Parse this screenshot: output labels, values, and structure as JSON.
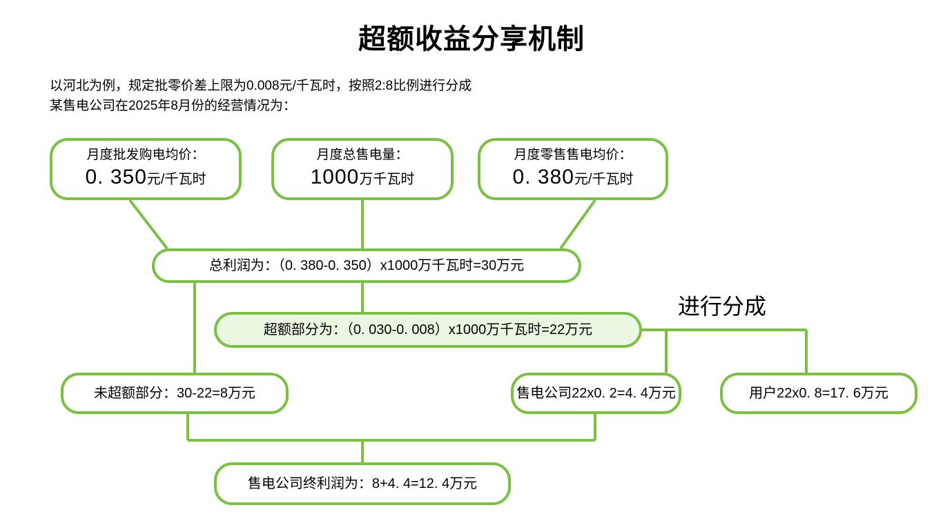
{
  "page": {
    "title": "超额收益分享机制",
    "intro_line_1": "以河北为例，规定批零价差上限为0.008元/千瓦时，按照2:8比例进行分成",
    "intro_line_2": "某售电公司在2025年8月份的经营情况为："
  },
  "colors": {
    "border": "#7ac143",
    "connector": "#7ac143",
    "highlight_fill": "#eaf7e2",
    "box_fill": "#ffffff",
    "text": "#000000"
  },
  "nodes": {
    "wholesale": {
      "caption": "月度批发购电均价：",
      "value_number": "0. 350",
      "value_unit": "元/千瓦时"
    },
    "volume": {
      "caption": "月度总售电量：",
      "value_number": "1000",
      "value_unit": "万千瓦时"
    },
    "retail": {
      "caption": "月度零售售电均价：",
      "value_number": "0. 380",
      "value_unit": "元/千瓦时"
    },
    "total_profit": {
      "text": "总利润为：（0. 380-0. 350）x1000万千瓦时=30万元"
    },
    "excess": {
      "text": "超额部分为：（0. 030-0. 008）x1000万千瓦时=22万元"
    },
    "under_excess": {
      "text": "未超额部分：30-22=8万元"
    },
    "retailer_share": {
      "text": "售电公司22x0. 2=4. 4万元"
    },
    "user_share": {
      "text": "用户22x0. 8=17. 6万元"
    },
    "final_profit": {
      "text": "售电公司终利润为：8+4. 4=12. 4万元"
    }
  },
  "labels": {
    "share_split": "进行分成"
  }
}
